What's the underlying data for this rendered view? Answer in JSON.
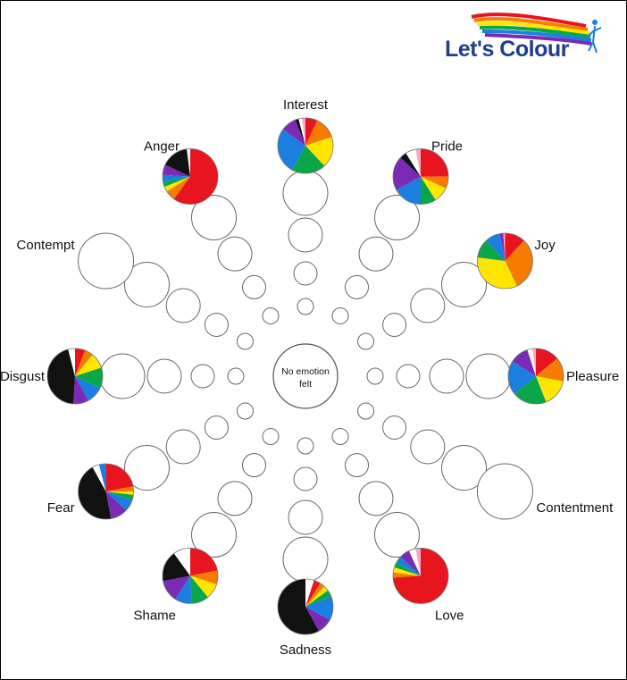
{
  "brand": {
    "name": "Let's Colour",
    "logo_icon": "rainbow-swoosh-figure-icon"
  },
  "chart_data": {
    "type": "pie",
    "center_label_line1": "No emotion",
    "center_label_line2": "felt",
    "emotions": [
      {
        "label": "Interest",
        "angle": -90,
        "pie": true,
        "slices": [
          {
            "color": "#e8141e",
            "value": 7
          },
          {
            "color": "#f57c00",
            "value": 13
          },
          {
            "color": "#ffe600",
            "value": 18
          },
          {
            "color": "#0aa64a",
            "value": 20
          },
          {
            "color": "#1b7fe0",
            "value": 27
          },
          {
            "color": "#7a2ab5",
            "value": 9
          },
          {
            "color": "#111111",
            "value": 2
          },
          {
            "color": "#ffffff",
            "value": 2
          },
          {
            "color": "#f5a8c8",
            "value": 2
          }
        ]
      },
      {
        "label": "Pride",
        "angle": -60,
        "pie": true,
        "slices": [
          {
            "color": "#e8141e",
            "value": 25
          },
          {
            "color": "#f57c00",
            "value": 7
          },
          {
            "color": "#ffe600",
            "value": 9
          },
          {
            "color": "#0aa64a",
            "value": 9
          },
          {
            "color": "#1b7fe0",
            "value": 17
          },
          {
            "color": "#7a2ab5",
            "value": 20
          },
          {
            "color": "#111111",
            "value": 4
          },
          {
            "color": "#ffffff",
            "value": 6
          },
          {
            "color": "#f5a8c8",
            "value": 3
          }
        ]
      },
      {
        "label": "Joy",
        "angle": -30,
        "pie": true,
        "slices": [
          {
            "color": "#e8141e",
            "value": 12
          },
          {
            "color": "#f57c00",
            "value": 31
          },
          {
            "color": "#ffe600",
            "value": 34
          },
          {
            "color": "#0aa64a",
            "value": 11
          },
          {
            "color": "#1b7fe0",
            "value": 9
          },
          {
            "color": "#7a2ab5",
            "value": 2
          },
          {
            "color": "#f5a8c8",
            "value": 1
          }
        ]
      },
      {
        "label": "Pleasure",
        "angle": 0,
        "pie": true,
        "slices": [
          {
            "color": "#e8141e",
            "value": 14
          },
          {
            "color": "#f57c00",
            "value": 14
          },
          {
            "color": "#ffe600",
            "value": 16
          },
          {
            "color": "#0aa64a",
            "value": 20
          },
          {
            "color": "#1b7fe0",
            "value": 20
          },
          {
            "color": "#7a2ab5",
            "value": 11
          },
          {
            "color": "#ffffff",
            "value": 3
          },
          {
            "color": "#f5a8c8",
            "value": 2
          }
        ]
      },
      {
        "label": "Contentment",
        "angle": 30,
        "pie": false,
        "slices": []
      },
      {
        "label": "Love",
        "angle": 60,
        "pie": true,
        "slices": [
          {
            "color": "#e8141e",
            "value": 74
          },
          {
            "color": "#f57c00",
            "value": 3
          },
          {
            "color": "#ffe600",
            "value": 3
          },
          {
            "color": "#0aa64a",
            "value": 3
          },
          {
            "color": "#1b7fe0",
            "value": 4
          },
          {
            "color": "#7a2ab5",
            "value": 6
          },
          {
            "color": "#ffffff",
            "value": 4
          },
          {
            "color": "#f5a8c8",
            "value": 3
          }
        ]
      },
      {
        "label": "Sadness",
        "angle": 90,
        "pie": true,
        "slices": [
          {
            "color": "#ffffff",
            "value": 5
          },
          {
            "color": "#e8141e",
            "value": 4
          },
          {
            "color": "#f57c00",
            "value": 3
          },
          {
            "color": "#ffe600",
            "value": 3
          },
          {
            "color": "#0aa64a",
            "value": 4
          },
          {
            "color": "#1b7fe0",
            "value": 14
          },
          {
            "color": "#7a2ab5",
            "value": 9
          },
          {
            "color": "#111111",
            "value": 58
          }
        ]
      },
      {
        "label": "Shame",
        "angle": 120,
        "pie": true,
        "slices": [
          {
            "color": "#e8141e",
            "value": 22
          },
          {
            "color": "#f57c00",
            "value": 8
          },
          {
            "color": "#ffe600",
            "value": 9
          },
          {
            "color": "#0aa64a",
            "value": 10
          },
          {
            "color": "#1b7fe0",
            "value": 10
          },
          {
            "color": "#7a2ab5",
            "value": 13
          },
          {
            "color": "#111111",
            "value": 18
          },
          {
            "color": "#ffffff",
            "value": 10
          }
        ]
      },
      {
        "label": "Fear",
        "angle": 150,
        "pie": true,
        "slices": [
          {
            "color": "#e8141e",
            "value": 22
          },
          {
            "color": "#f57c00",
            "value": 3
          },
          {
            "color": "#ffe600",
            "value": 2
          },
          {
            "color": "#0aa64a",
            "value": 3
          },
          {
            "color": "#1b7fe0",
            "value": 7
          },
          {
            "color": "#7a2ab5",
            "value": 10
          },
          {
            "color": "#111111",
            "value": 45
          },
          {
            "color": "#ffffff",
            "value": 4
          },
          {
            "color": "#1b7fe0",
            "value": 4
          }
        ]
      },
      {
        "label": "Disgust",
        "angle": 180,
        "pie": true,
        "slices": [
          {
            "color": "#e8141e",
            "value": 6
          },
          {
            "color": "#f57c00",
            "value": 5
          },
          {
            "color": "#ffe600",
            "value": 9
          },
          {
            "color": "#0aa64a",
            "value": 12
          },
          {
            "color": "#1b7fe0",
            "value": 10
          },
          {
            "color": "#7a2ab5",
            "value": 9
          },
          {
            "color": "#111111",
            "value": 45
          },
          {
            "color": "#ffffff",
            "value": 4
          }
        ]
      },
      {
        "label": "Contempt",
        "angle": 210,
        "pie": false,
        "slices": []
      },
      {
        "label": "Anger",
        "angle": 240,
        "pie": true,
        "slices": [
          {
            "color": "#e8141e",
            "value": 60
          },
          {
            "color": "#f57c00",
            "value": 6
          },
          {
            "color": "#ffe600",
            "value": 3
          },
          {
            "color": "#0aa64a",
            "value": 3
          },
          {
            "color": "#1b7fe0",
            "value": 4
          },
          {
            "color": "#7a2ab5",
            "value": 6
          },
          {
            "color": "#111111",
            "value": 16
          },
          {
            "color": "#ffffff",
            "value": 2
          }
        ]
      }
    ]
  }
}
